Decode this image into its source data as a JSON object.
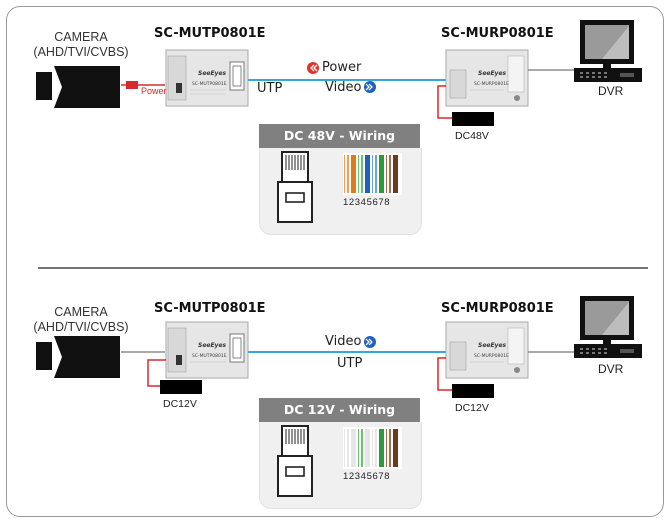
{
  "section_top": {
    "camera_label_1": "CAMERA",
    "camera_label_2": "(AHD/TVI/CVBS)",
    "tx_title": "SC-MUTP0801E",
    "rx_title": "SC-MURP0801E",
    "dvr_label": "DVR",
    "power_signal": "Power",
    "video_signal": "Video",
    "cable_label": "UTP",
    "camera_power_tag": "Power",
    "rx_power_label": "DC48V",
    "wiring_title": "DC 48V - Wiring method"
  },
  "section_bottom": {
    "camera_label_1": "CAMERA",
    "camera_label_2": "(AHD/TVI/CVBS)",
    "tx_title": "SC-MUTP0801E",
    "rx_title": "SC-MURP0801E",
    "dvr_label": "DVR",
    "video_signal": "Video",
    "cable_label": "UTP",
    "tx_power_label": "DC12V",
    "rx_power_label": "DC12V",
    "wiring_title": "DC 12V - Wiring method"
  },
  "wiring_pins": [
    "1",
    "2",
    "3",
    "4",
    "5",
    "6",
    "7",
    "8"
  ],
  "device_texts": {
    "brand": "SeeEyes",
    "tx_model": "SC-MUTP0801E",
    "rx_model": "SC-MURP0801E"
  },
  "icons": {
    "power_arrow": "double-chevron-left-icon",
    "video_arrow": "double-chevron-right-icon"
  },
  "colors": {
    "utp_cable": "#3aa6d6",
    "power_icon": "#e0342a",
    "video_icon": "#1f5fbf",
    "power_wire": "#d62b2b",
    "wiring_header": "#808080"
  }
}
